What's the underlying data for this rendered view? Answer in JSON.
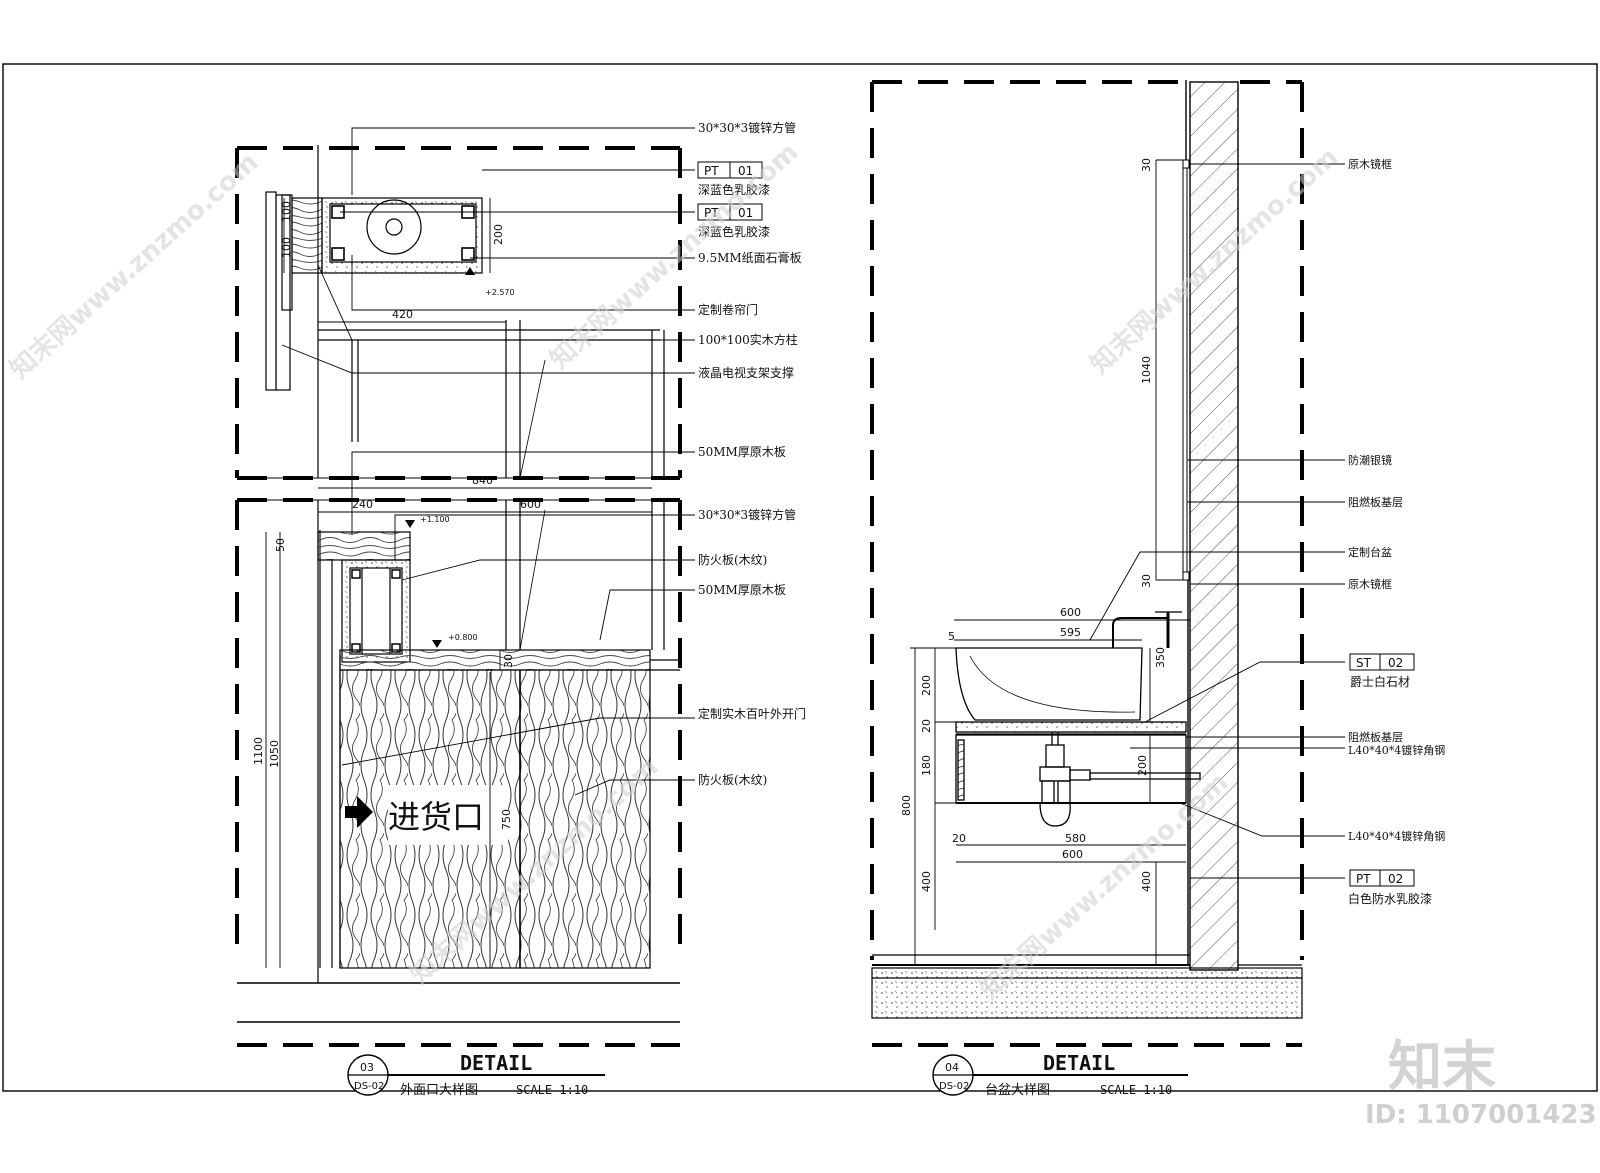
{
  "left_detail": {
    "number": "03",
    "sheet": "DS-02",
    "heading": "DETAIL",
    "title": "外面口大样图",
    "scale": "SCALE 1:10",
    "callouts": [
      "30*30*3镀锌方管",
      "深蓝色乳胶漆",
      "深蓝色乳胶漆",
      "9.5MM纸面石膏板",
      "定制卷帘门",
      "100*100实木方柱",
      "液晶电视支架支撑",
      "50MM厚原木板",
      "30*30*3镀锌方管",
      "防火板(木纹)",
      "50MM厚原木板",
      "定制实木百叶外开门",
      "防火板(木纹)"
    ],
    "tags": [
      {
        "code": "PT",
        "num": "01"
      },
      {
        "code": "PT",
        "num": "01"
      }
    ],
    "dims": [
      "100",
      "100",
      "200",
      "420",
      "840",
      "240",
      "600",
      "50",
      "1100",
      "1050",
      "750",
      "30"
    ],
    "levels": [
      "+2.570",
      "+1.100",
      "+0.800"
    ],
    "sign": "进货口"
  },
  "right_detail": {
    "number": "04",
    "sheet": "DS-02",
    "heading": "DETAIL",
    "title": "台盆大样图",
    "scale": "SCALE 1:10",
    "callouts": [
      "原木镜框",
      "防潮银镜",
      "阻燃板基层",
      "定制台盆",
      "原木镜框",
      "爵士白石材",
      "阻燃板基层",
      "L40*40*4镀锌角钢",
      "L40*40*4镀锌角钢",
      "白色防水乳胶漆"
    ],
    "tags": [
      {
        "code": "ST",
        "num": "02"
      },
      {
        "code": "PT",
        "num": "02"
      }
    ],
    "dims": [
      "30",
      "1040",
      "30",
      "600",
      "595",
      "5",
      "350",
      "200",
      "20",
      "180",
      "200",
      "800",
      "20",
      "580",
      "600",
      "400",
      "400"
    ]
  },
  "watermark": {
    "site": "知末网www.znzmo.com",
    "logo": "知末",
    "id": "ID: 1107001423"
  }
}
